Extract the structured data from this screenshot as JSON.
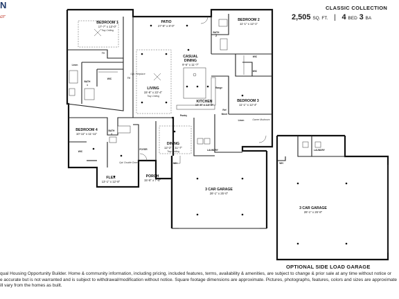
{
  "header": {
    "logo_mark": "N",
    "logo_script": "ar",
    "collection": "CLASSIC COLLECTION",
    "sqft_value": "2,505",
    "sqft_unit": "SQ. FT.",
    "beds_value": "4",
    "beds_unit": "BED",
    "baths_value": "3",
    "baths_unit": "BA"
  },
  "rooms": {
    "bedroom1": {
      "name": "BEDROOM 1",
      "dim": "17'-7\" x 13'-0\"",
      "note": "Tray Ceiling"
    },
    "patio": {
      "name": "PATIO",
      "dim": "27'-8\" x 8'-0\""
    },
    "bedroom2": {
      "name": "BEDROOM 2",
      "dim": "11'-1\" x 12'-1\""
    },
    "bath2": {
      "name": "BATH",
      "num": "2"
    },
    "casual_dining": {
      "name": "CASUAL",
      "name2": "DINING",
      "dim": "9'-6\" x 11'-7\""
    },
    "living": {
      "name": "LIVING",
      "dim": "15'-8\" x 22'-4\"",
      "note": "Tray Ceiling"
    },
    "kitchen": {
      "name": "KITCHEN",
      "dim": "16'-8\" x 13'-9\""
    },
    "bedroom3": {
      "name": "BEDROOM 3",
      "dim": "11'-1\" x 12'-4\""
    },
    "bath1": {
      "name": "BATH",
      "num": "1"
    },
    "bedroom4": {
      "name": "BEDROOM 4",
      "dim": "10'-11\" x 11'-11\""
    },
    "bath3": {
      "name": "BATH",
      "num": "3"
    },
    "dining": {
      "name": "DINING",
      "dim": "12'-2\" x 11'-7\"",
      "note": "Tray Ceiling"
    },
    "flex": {
      "name": "FLEX",
      "dim": "13'-1\" x 12'-8\""
    },
    "foyer": {
      "name": "FOYER"
    },
    "porch": {
      "name": "PORCH",
      "dim": "15'-8\" x 7'-8\""
    },
    "garage": {
      "name": "3 CAR GARAGE",
      "dim": "28'-1\" x 25'-0\""
    },
    "opt_garage": {
      "name": "3 CAR GARAGE",
      "dim": "28'-1\" x 26'-8\""
    },
    "laundry": {
      "name": "LAUNDRY"
    },
    "opt_laundry": {
      "name": "LAUNDRY"
    }
  },
  "labels": {
    "wic": "WIC",
    "linen": "Linen",
    "pantry": "Pantry",
    "range": "Range",
    "ref": "Ref",
    "mech": "Mech",
    "wh": "WH",
    "opt_fireplace": "Opt. Fireplace",
    "tv": "TV",
    "opt_double_doors": "Opt. Double Doors",
    "opt": "Opt.",
    "owner_mudroom": "Owner Mudroom",
    "linen_nook": "Linen",
    "opt_fireplace_short": "Opt. Fireplace"
  },
  "optional_title": "OPTIONAL SIDE LOAD GARAGE",
  "disclaimer": [
    "qual Housing Opportunity Builder. Home & community information, including pricing, included features, terms, availability & amenities, are subject to change & prior sale at any time without notice or",
    "e accurate but is not warranted and is subject to withdrawal/modification without notice. Square footage dimensions are approximate. Pictures, photographs, features, colors and sizes are approximate",
    "ill vary from the homes as built."
  ]
}
